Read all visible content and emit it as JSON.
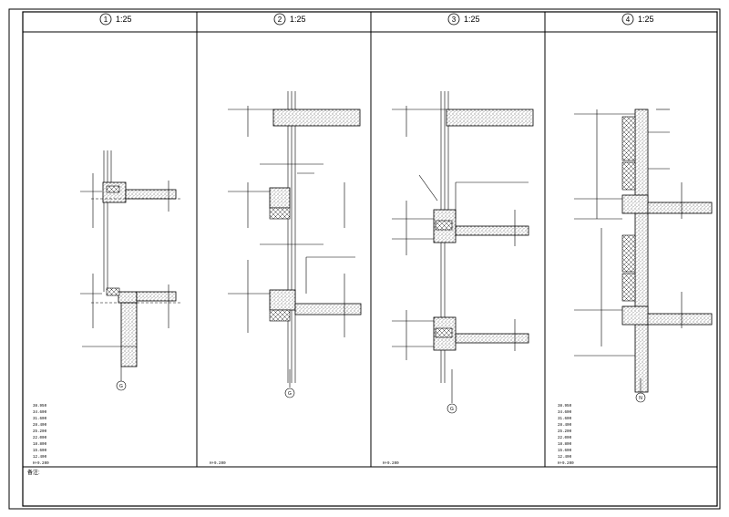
{
  "panels": [
    {
      "number": "1",
      "scale": "1:25",
      "axis": "G",
      "levels": [
        "38.950",
        "34.600",
        "31.600",
        "28.400",
        "25.200",
        "22.000",
        "18.800",
        "15.600",
        "12.400",
        "H+9.200"
      ]
    },
    {
      "number": "2",
      "scale": "1:25",
      "axis": "G",
      "note": "H+9.200"
    },
    {
      "number": "3",
      "scale": "1:25",
      "axis": "G",
      "note": "H+9.200"
    },
    {
      "number": "4",
      "scale": "1:25",
      "axis": "N",
      "levels": [
        "38.950",
        "34.600",
        "31.600",
        "28.400",
        "25.200",
        "22.000",
        "18.800",
        "15.600",
        "12.400",
        "H+9.200"
      ]
    }
  ],
  "footer": {
    "label": "备注:"
  }
}
